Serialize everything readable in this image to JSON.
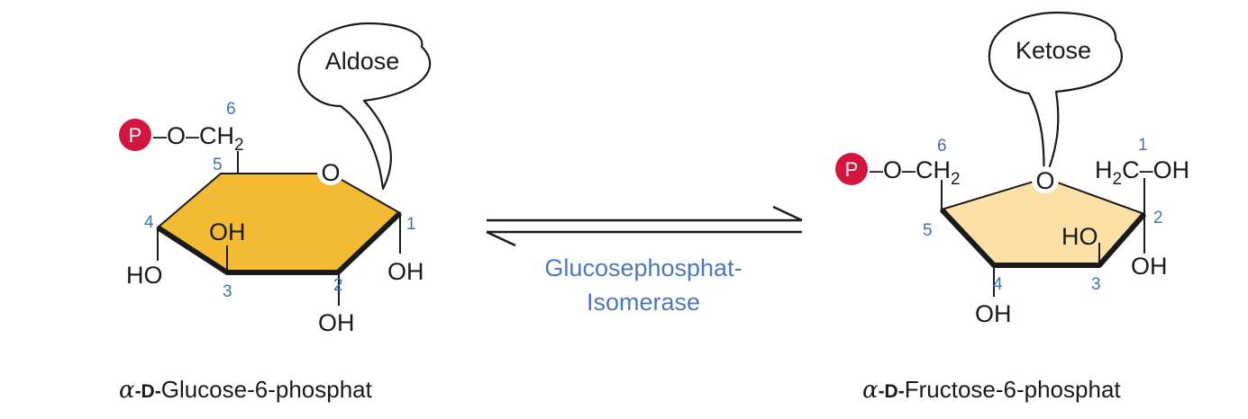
{
  "glucose": {
    "bubble_label": "Aldose",
    "phosphate_letter": "P",
    "ch2_prefix": "–O–CH",
    "ch2_sub": "2",
    "ring_oxygen": "O",
    "oh_ring": "OH",
    "oh_c1": "OH",
    "oh_c2": "OH",
    "ho_c4": "HO",
    "carbon_numbers": {
      "c1": "1",
      "c2": "2",
      "c3": "3",
      "c4": "4",
      "c5": "5",
      "c6": "6"
    },
    "caption_alpha": "α",
    "caption_d": "-D-",
    "caption_rest": "Glucose-6-phosphat"
  },
  "enzyme": {
    "line1": "Glucosephosphat-",
    "line2": "Isomerase"
  },
  "fructose": {
    "bubble_label": "Ketose",
    "phosphate_letter": "P",
    "ch2_prefix": "–O–CH",
    "ch2_sub": "2",
    "ring_oxygen": "O",
    "h2c_prefix": "H",
    "h2c_sub": "2",
    "h2c_rest": "C–OH",
    "ho_c3": "HO",
    "oh_c2": "OH",
    "oh_c4": "OH",
    "carbon_numbers": {
      "c1": "1",
      "c2": "2",
      "c3": "3",
      "c4": "4",
      "c5": "5",
      "c6": "6"
    },
    "caption_alpha": "α",
    "caption_d": "-D-",
    "caption_rest": "Fructose-6-phosphat"
  },
  "colors": {
    "glucose_ring_fill": "#f2bb33",
    "fructose_ring_fill": "#fce0a6",
    "phosphate_fill": "#d3163f",
    "numbers": "#3f6fc2",
    "enzyme_text": "#4a78c0"
  }
}
